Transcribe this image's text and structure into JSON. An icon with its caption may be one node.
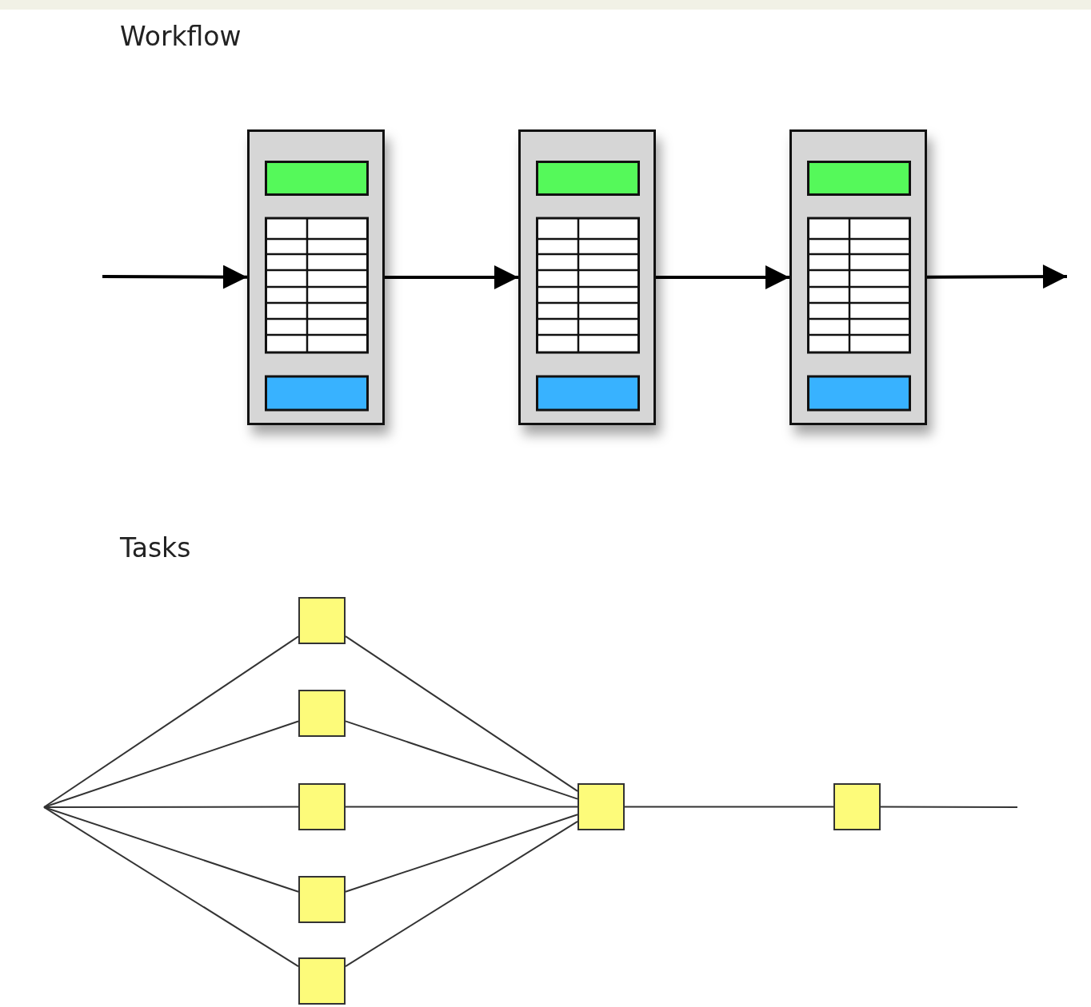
{
  "diagram": {
    "nodes": [
      {
        "text": [],
        "shape": "box"
      },
      {
        "text": [],
        "shape": "box"
      },
      {
        "text": [],
        "shape": "box"
      },
      {
        "text": [],
        "shape": "box"
      },
      {
        "text": [],
        "shape": "box"
      },
      {
        "text": [],
        "shape": "box"
      },
      {
        "text": [],
        "shape": "box"
      },
      {
        "text": [],
        "shape": "box"
      },
      {
        "text": [],
        "shape": "box"
      },
      {
        "text": [],
        "shape": "box"
      }
    ],
    "edges": [
      {
        "from": null,
        "to": 0,
        "arrow": "to"
      },
      {
        "from": 0,
        "to": 1,
        "arrow": "to"
      },
      {
        "from": 1,
        "to": 2,
        "arrow": "to"
      },
      {
        "from": 2,
        "to": null,
        "arrow": "to"
      },
      {
        "from": null,
        "to": 3,
        "arrow": "none"
      },
      {
        "from": null,
        "to": 4,
        "arrow": "none"
      },
      {
        "from": null,
        "to": 5,
        "arrow": "none"
      },
      {
        "from": null,
        "to": 6,
        "arrow": "none"
      },
      {
        "from": null,
        "to": 7,
        "arrow": "none"
      },
      {
        "from": 3,
        "to": 8,
        "arrow": "none"
      },
      {
        "from": 4,
        "to": 8,
        "arrow": "none"
      },
      {
        "from": 5,
        "to": 8,
        "arrow": "none"
      },
      {
        "from": 6,
        "to": 8,
        "arrow": "none"
      },
      {
        "from": 7,
        "to": 8,
        "arrow": "none"
      },
      {
        "from": 8,
        "to": 9,
        "arrow": "none"
      },
      {
        "from": 9,
        "to": null,
        "arrow": "none"
      }
    ],
    "labels": [
      "Workflow",
      "Tasks"
    ]
  }
}
